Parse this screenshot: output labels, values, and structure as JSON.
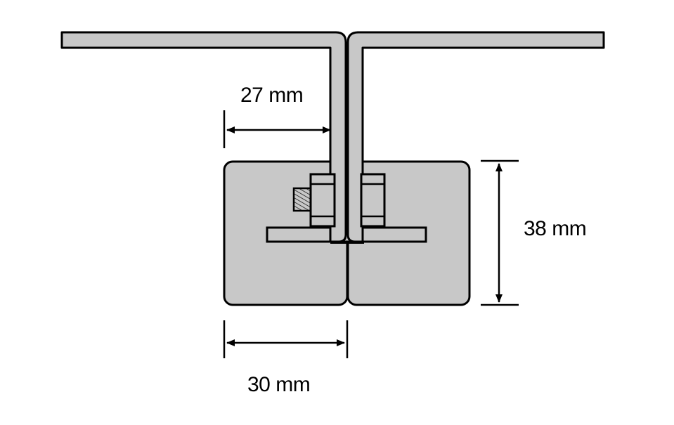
{
  "dimensions": {
    "top_width": "27 mm",
    "height": "38 mm",
    "bottom_width": "30 mm"
  },
  "colors": {
    "fill": "#c8c8c8",
    "stroke": "#000000",
    "background": "#ffffff"
  }
}
